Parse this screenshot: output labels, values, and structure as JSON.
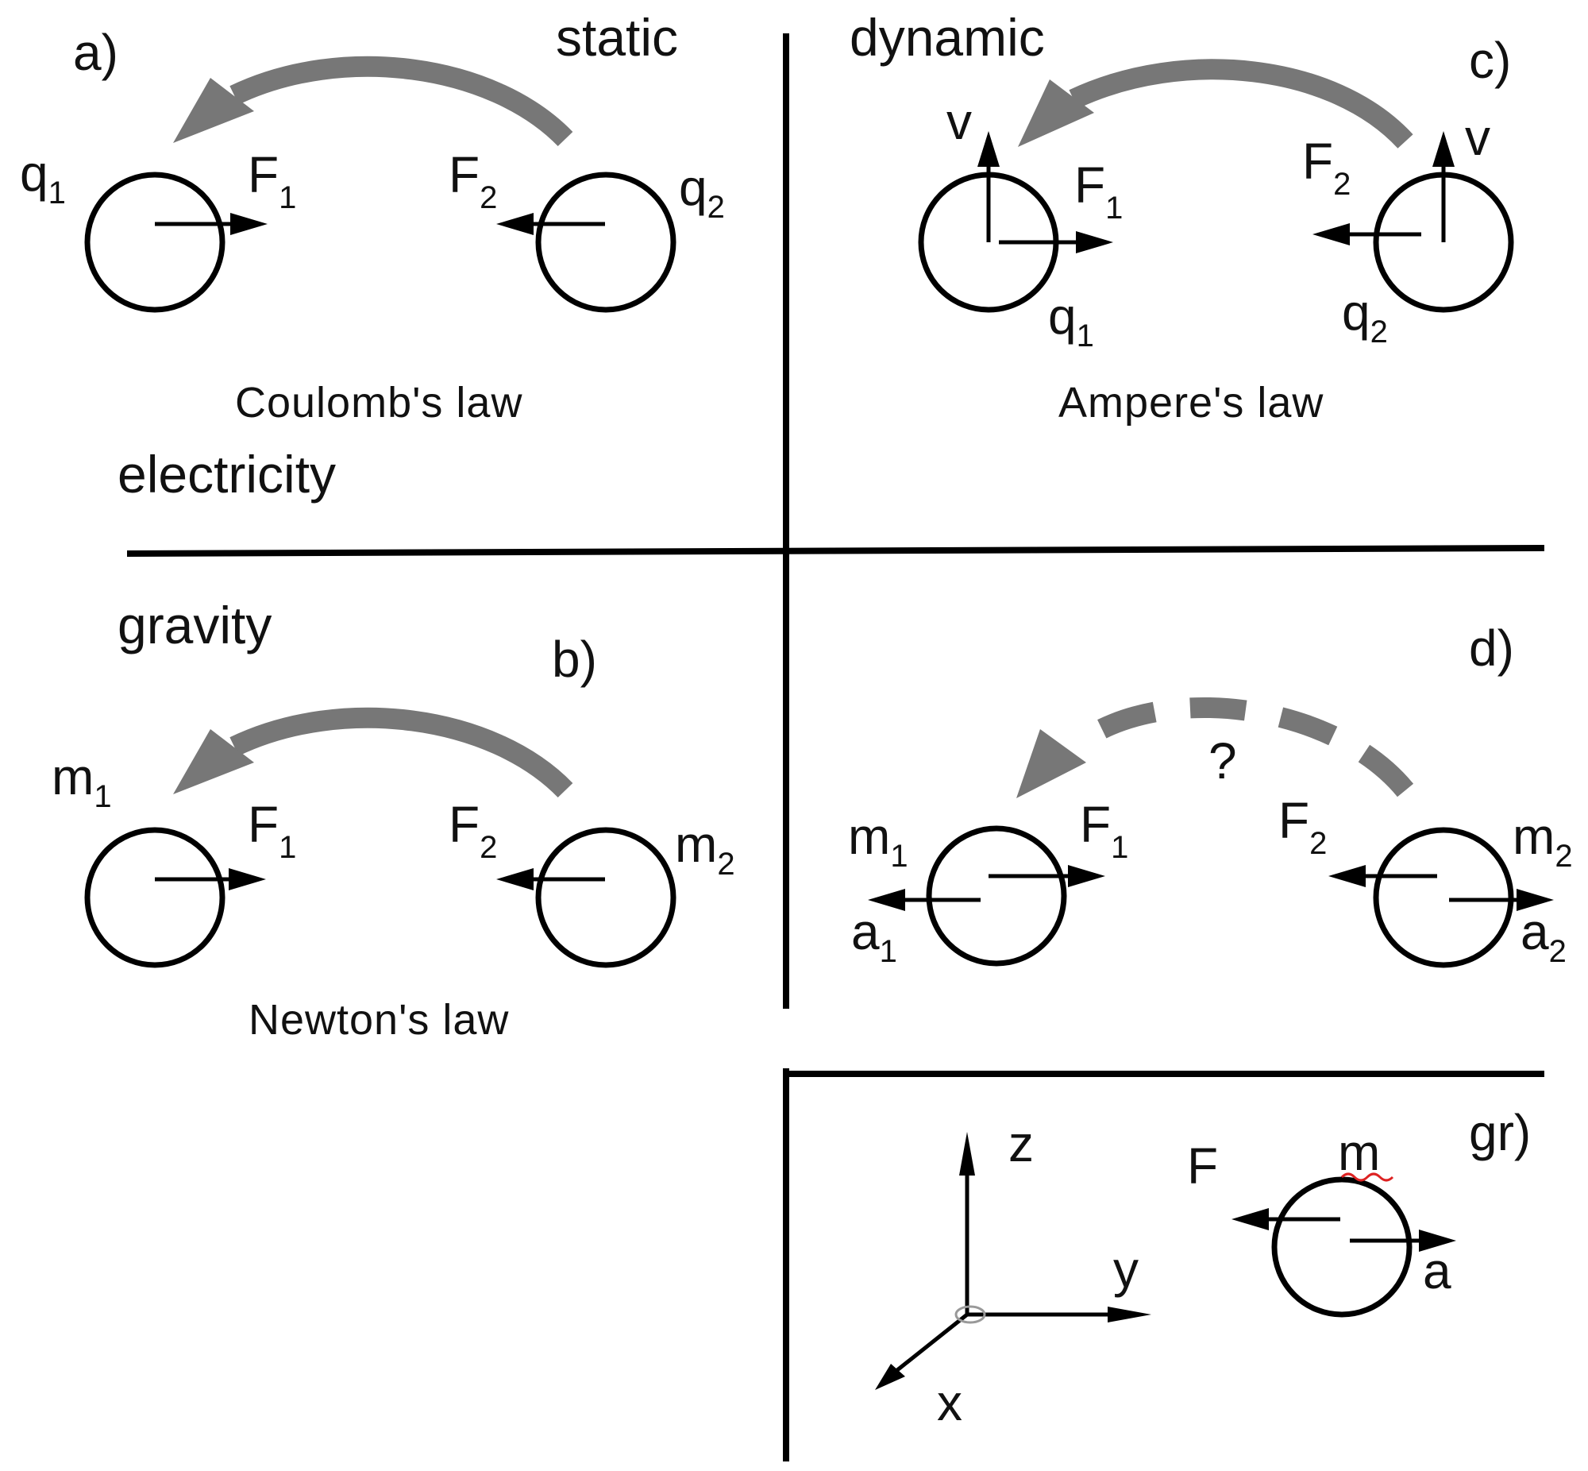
{
  "headers": {
    "static": "static",
    "dynamic": "dynamic",
    "electricity": "electricity",
    "gravity": "gravity"
  },
  "panels": {
    "a": {
      "tag": "a)",
      "law": "Coulomb's law",
      "body1": "q",
      "body1_sub": "1",
      "body2": "q",
      "body2_sub": "2",
      "force1": "F",
      "force1_sub": "1",
      "force2": "F",
      "force2_sub": "2"
    },
    "b": {
      "tag": "b)",
      "law": "Newton's law",
      "body1": "m",
      "body1_sub": "1",
      "body2": "m",
      "body2_sub": "2",
      "force1": "F",
      "force1_sub": "1",
      "force2": "F",
      "force2_sub": "2"
    },
    "c": {
      "tag": "c)",
      "law": "Ampere's law",
      "body1": "q",
      "body1_sub": "1",
      "body2": "q",
      "body2_sub": "2",
      "force1": "F",
      "force1_sub": "1",
      "force2": "F",
      "force2_sub": "2",
      "velocity1": "v",
      "velocity2": "v"
    },
    "d": {
      "tag": "d)",
      "question": "?",
      "body1": "m",
      "body1_sub": "1",
      "body2": "m",
      "body2_sub": "2",
      "force1": "F",
      "force1_sub": "1",
      "force2": "F",
      "force2_sub": "2",
      "accel1": "a",
      "accel1_sub": "1",
      "accel2": "a",
      "accel2_sub": "2"
    },
    "gr": {
      "tag": "gr)",
      "mass": "m",
      "force": "F",
      "accel": "a",
      "axis_x": "x",
      "axis_y": "y",
      "axis_z": "z"
    }
  },
  "colors": {
    "ink": "#000000",
    "interaction_arrow": "#777777"
  }
}
